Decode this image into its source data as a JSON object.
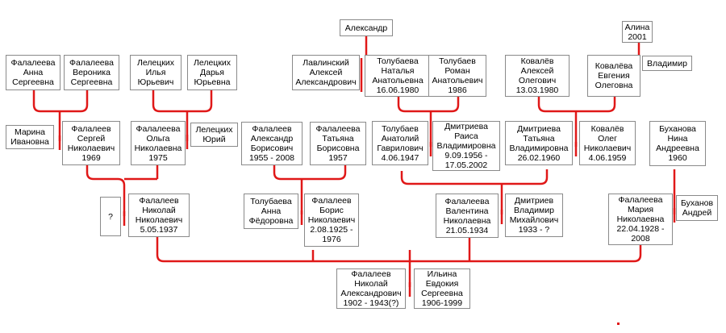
{
  "colors": {
    "line": "#e01818",
    "border": "#8a8a8a",
    "background": "#ffffff"
  },
  "people": {
    "aleksandr": "Александр",
    "alina": "Алина\n2001",
    "falaleeva_anna": "Фалалеева\nАнна\nСергеевна",
    "falaleeva_veronika": "Фалалеева\nВероника\nСергеевна",
    "leletskikh_ilya": "Лелецких\nИлья\nЮрьевич",
    "leletskikh_darya": "Лелецких\nДарья\nЮрьевна",
    "lavlinsky": "Лавлинский\nАлексей\nАлександрович",
    "tolubaeva_natalya": "Толубаева\nНаталья\nАнатольевна\n16.06.1980",
    "tolubaev_roman": "Толубаев\nРоман\nАнатольевич\n1986",
    "kovalyov_aleksey": "Ковалёв\nАлексей\nОлегович\n13.03.1980",
    "kovalyova_evgeniya": "Ковалёва\nЕвгения\nОлеговна",
    "vladimir": "Владимир",
    "marina": "Марина\nИвановна",
    "falaleev_sergey": "Фалалеев\nСергей\nНиколаевич\n1969",
    "falaleeva_olga": "Фалалеева\nОльга\nНиколаевна\n1975",
    "leletskikh_yuriy": "Лелецких\nЮрий",
    "falaleev_aleksandr": "Фалалеев\nАлександр\nБорисович\n1955 - 2008",
    "falaleeva_tatyana": "Фалалеева\nТатьяна\nБорисовна\n1957",
    "tolubaev_anatoliy": "Толубаев\nАнатолий\nГаврилович\n4.06.1947",
    "dmitrieva_raisa": "Дмитриева\nРаиса\nВладимировна\n9.09.1956 -\n17.05.2002",
    "dmitrieva_tatyana": "Дмитриева\nТатьяна\nВладимировна\n26.02.1960",
    "kovalyov_oleg": "Ковалёв\nОлег\nНиколаевич\n4.06.1959",
    "bukhanova_nina": "Буханова\nНина\nАндреевна\n1960",
    "unknown": "?",
    "falaleev_nikolay_n": "Фалалеев\nНиколай\nНиколаевич\n5.05.1937",
    "tolubaeva_anna": "Толубаева\nАнна\nФёдоровна",
    "falaleev_boris": "Фалалеев\nБорис\nНиколаевич\n2.08.1925 -\n1976",
    "falaleeva_valentina": "Фалалеева\nВалентина\nНиколаевна\n21.05.1934",
    "dmitriev_vladimir": "Дмитриев\nВладимир\nМихайлович\n1933 - ?",
    "falaleeva_mariya": "Фалалеева\nМария\nНиколаевна\n22.04.1928 -\n2008",
    "bukhanov_andrey": "Буханов\nАндрей",
    "falaleev_nikolay_a": "Фалалеев\nНиколай\nАлександрович\n1902 - 1943(?)",
    "ilyina_evdokiya": "Ильина\nЕвдокия\nСергеевна\n1906-1999"
  }
}
